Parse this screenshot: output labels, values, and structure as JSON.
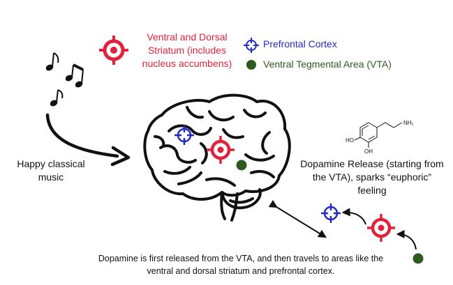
{
  "legend": {
    "striatum_label": "Ventral and Dorsal Striatum (includes nucleus accumbens)",
    "prefrontal_label": "Prefrontal Cortex",
    "vta_label": "Ventral Tegmental Area (VTA)"
  },
  "stimulus_label": "Happy classical music",
  "release_label": "Dopamine Release (starting from the VTA), sparks “euphoric” feeling",
  "caption": "Dopamine is first released from the VTA, and then travels to areas like the ventral and dorsal striatum and prefrontal cortex.",
  "molecule": {
    "oh_top": "HO",
    "oh_bottom": "OH",
    "amine": "NH₂"
  },
  "colors": {
    "striatum": "#e0233a",
    "prefrontal": "#2329c8",
    "vta": "#2d5a1e",
    "ink": "#111111"
  },
  "icons": {
    "striatum": "red-target-icon",
    "prefrontal": "blue-crosshair-icon",
    "vta": "green-dot-icon",
    "music": "music-note-icon"
  }
}
